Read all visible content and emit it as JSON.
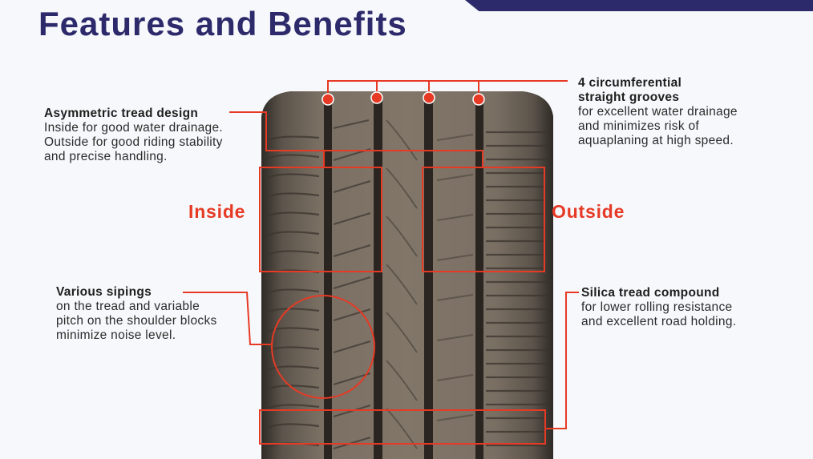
{
  "title": "Features and Benefits",
  "colors": {
    "accent": "#e63a25",
    "navy": "#2d2a6b",
    "tire": "#6f655a"
  },
  "callouts": {
    "grooves": {
      "heading_lines": [
        "4 circumferential",
        "straight grooves"
      ],
      "lines": [
        "for excellent water drainage",
        "and minimizes  risk of",
        "aquaplaning at high speed."
      ]
    },
    "asymmetric": {
      "heading_lines": [
        "Asymmetric tread design"
      ],
      "lines": [
        "Inside for good water  drainage.",
        "Outside for good riding stability",
        "and precise handling."
      ]
    },
    "sipings": {
      "heading_lines": [
        "Various sipings"
      ],
      "lines": [
        "on the tread  and variable",
        "pitch on the shoulder blocks",
        "minimize noise level."
      ]
    },
    "silica": {
      "heading_lines": [
        "Silica tread compound"
      ],
      "lines": [
        "for  lower rolling resistance",
        "and excellent road holding."
      ]
    }
  },
  "labels": {
    "inside": "Inside",
    "outside": "Outside"
  },
  "icons": {
    "groove_marker": "red-dot-icon"
  }
}
